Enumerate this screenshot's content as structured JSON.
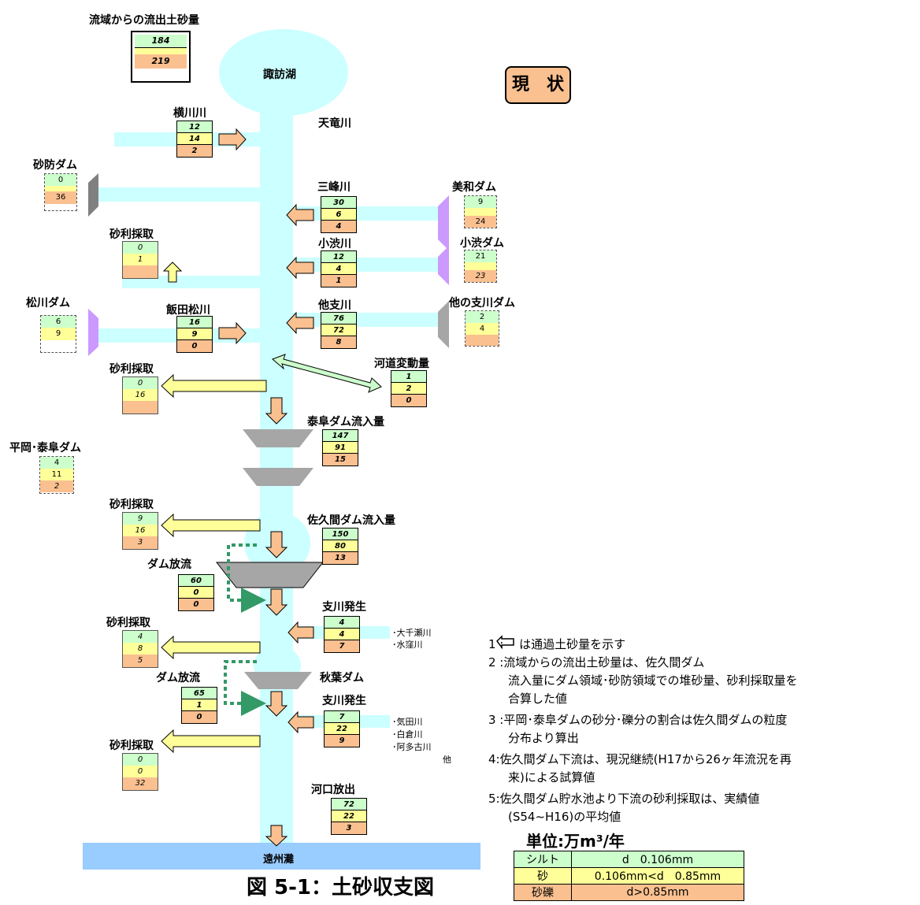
{
  "header": {
    "basin_label": "流域からの流出土砂量",
    "basin_values": [
      "184",
      "219"
    ],
    "status_label": "現　状"
  },
  "places": {
    "lake": "諏訪湖",
    "main_river": "天竜川",
    "sea": "遠州灘"
  },
  "tributaries": [
    {
      "name": "横川川",
      "values": [
        "12",
        "14",
        "2"
      ]
    },
    {
      "name": "三峰川",
      "values": [
        "30",
        "6",
        "4"
      ]
    },
    {
      "name": "小渋川",
      "values": [
        "12",
        "4",
        "1"
      ]
    },
    {
      "name": "他支川",
      "values": [
        "76",
        "72",
        "8"
      ]
    },
    {
      "name": "飯田松川",
      "values": [
        "16",
        "9",
        "0"
      ]
    },
    {
      "name": "河道変動量",
      "values": [
        "1",
        "2",
        "0"
      ]
    },
    {
      "name": "泰阜ダム流入量",
      "values": [
        "147",
        "91",
        "15"
      ]
    },
    {
      "name": "佐久間ダム流入量",
      "values": [
        "150",
        "80",
        "13"
      ]
    },
    {
      "name": "支川発生",
      "values": [
        "4",
        "4",
        "7"
      ]
    },
    {
      "name": "支川発生",
      "values": [
        "7",
        "22",
        "9"
      ]
    },
    {
      "name": "河口放出",
      "values": [
        "72",
        "22",
        "3"
      ]
    },
    {
      "name": "ダム放流",
      "values": [
        "60",
        "0",
        "0"
      ]
    },
    {
      "name": "ダム放流",
      "values": [
        "65",
        "1",
        "0"
      ]
    }
  ],
  "dams": [
    {
      "name": "砂防ダム",
      "values": [
        "0",
        "",
        "36"
      ]
    },
    {
      "name": "美和ダム",
      "values": [
        "9",
        "",
        "24"
      ]
    },
    {
      "name": "小渋ダム",
      "values": [
        "21",
        "",
        "23"
      ]
    },
    {
      "name": "松川ダム",
      "values": [
        "6",
        "",
        "9"
      ]
    },
    {
      "name": "他の支川ダム",
      "values": [
        "2",
        "",
        "4"
      ]
    },
    {
      "name": "平岡･泰阜ダム",
      "values": [
        "4",
        "11",
        "2"
      ]
    },
    {
      "name": "秋葉ダム",
      "values": []
    }
  ],
  "gravel": [
    {
      "name": "砂利採取",
      "values": [
        "0",
        "1",
        ""
      ]
    },
    {
      "name": "砂利採取",
      "values": [
        "0",
        "16",
        ""
      ]
    },
    {
      "name": "砂利採取",
      "values": [
        "9",
        "16",
        "3"
      ]
    },
    {
      "name": "砂利採取",
      "values": [
        "4",
        "8",
        "5"
      ]
    },
    {
      "name": "砂利採取",
      "values": [
        "0",
        "0",
        "32"
      ]
    }
  ],
  "sub_rivers": {
    "a": "･大千瀬川",
    "b": "･水窪川",
    "c": "･気田川",
    "d": "･白倉川",
    "e": "･阿多古川",
    "f": "他"
  },
  "notes": [
    "1 :　 は通過土砂量を示す",
    "2 :流域からの流出土砂量は、佐久間ダム",
    "流入量にダム領域･砂防領域での堆砂量、砂利採取量を",
    "合算した値",
    "3 :平岡･泰阜ダムの砂分･礫分の割合は佐久間ダムの粒度",
    "分布より算出",
    "4:佐久間ダム下流は、現況継続(H17から26ヶ年流況を再",
    "来)による試算値",
    "5:佐久間ダム貯水池より下流の砂利採取は、実績値",
    "(S54~H16)の平均値"
  ],
  "unit": "単位:万m³/年",
  "legend": [
    {
      "name": "シルト",
      "range": "d　0.106mm"
    },
    {
      "name": "砂",
      "range": "0.106mm<d　0.85mm"
    },
    {
      "name": "砂礫",
      "range": "d>0.85mm"
    }
  ],
  "caption": "図 5-1：土砂収支図",
  "colors": {
    "river": "#ccffff",
    "sea": "#99ccff",
    "silt": "#ccffcc",
    "sand": "#ffff99",
    "gravel": "#fac090",
    "arrow_fill": "#fac090",
    "dam_gray": "#a6a6a6",
    "dam_purple": "#cc99ff",
    "status_bg": "#fac090"
  }
}
